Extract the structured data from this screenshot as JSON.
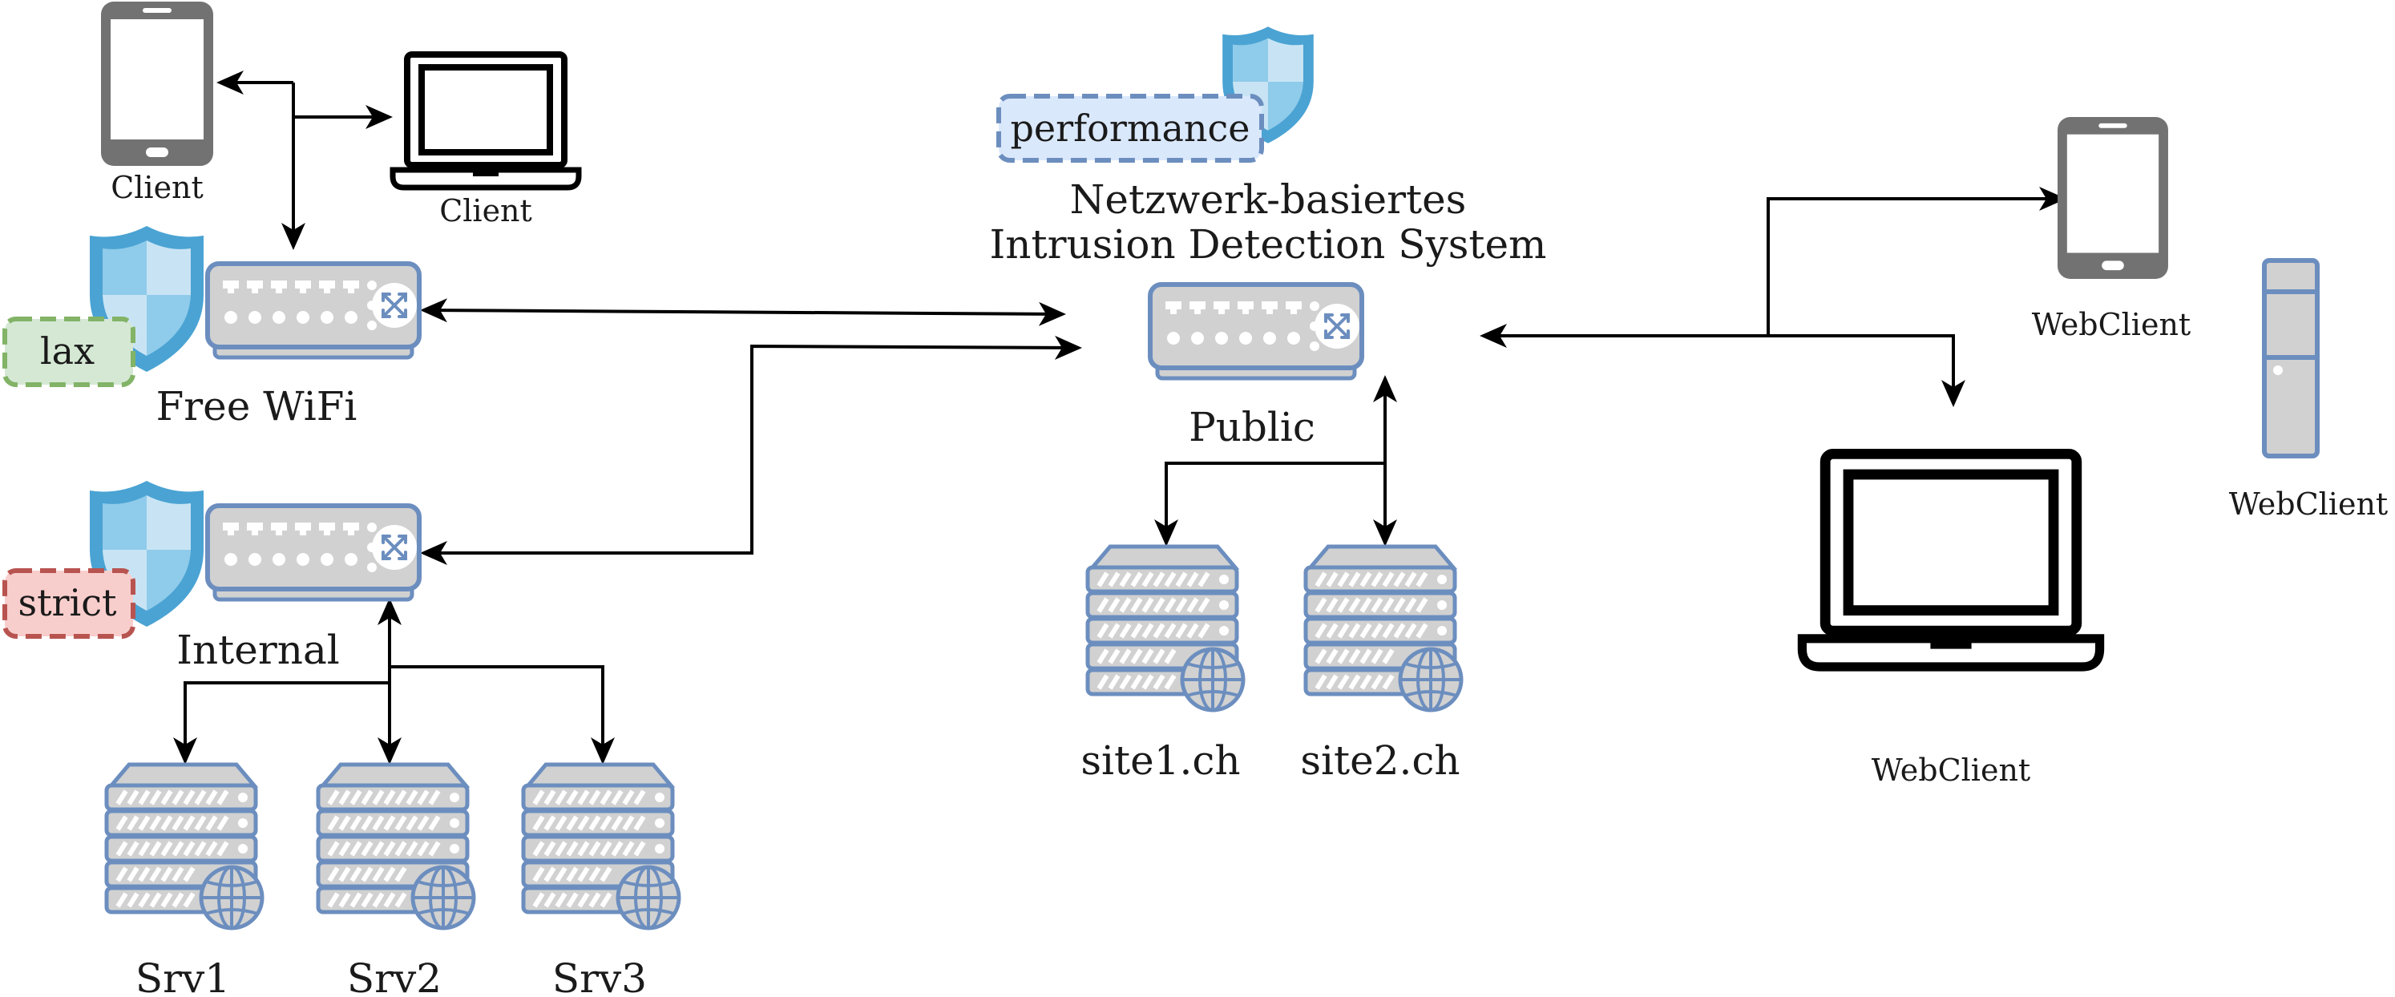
{
  "colors": {
    "router_fill": "#d1d1d1",
    "router_stroke": "#6c8ebf",
    "server_fill": "#d1d1d1",
    "server_stroke": "#6c8ebf",
    "shield_dark": "#4aa3d3",
    "shield_light": "#c8e4f4",
    "phone": "#727272",
    "tag_performance_fill": "#dae8fc",
    "tag_performance_stroke": "#6c8ebf",
    "tag_lax_fill": "#d5e8d4",
    "tag_lax_stroke": "#82b366",
    "tag_strict_fill": "#f8cecc",
    "tag_strict_stroke": "#b85450"
  },
  "nodes": {
    "client_phone": {
      "label": "Client",
      "icon": "smartphone-icon"
    },
    "client_laptop": {
      "label": "Client",
      "icon": "laptop-icon"
    },
    "free_wifi": {
      "label": "Free WiFi",
      "icon": "router-icon",
      "tag": "lax"
    },
    "internal": {
      "label": "Internal",
      "icon": "router-icon",
      "tag": "strict"
    },
    "ids": {
      "title_line1": "Netzwerk-basiertes",
      "title_line2": "Intrusion Detection System",
      "label": "Public",
      "tag": "performance",
      "icon": "router-icon"
    },
    "srv1": {
      "label": "Srv1",
      "icon": "web-server-icon"
    },
    "srv2": {
      "label": "Srv2",
      "icon": "web-server-icon"
    },
    "srv3": {
      "label": "Srv3",
      "icon": "web-server-icon"
    },
    "site1": {
      "label": "site1.ch",
      "icon": "web-server-icon"
    },
    "site2": {
      "label": "site2.ch",
      "icon": "web-server-icon"
    },
    "webclient_phone": {
      "label": "WebClient",
      "icon": "smartphone-icon"
    },
    "webclient_tower": {
      "label": "WebClient",
      "icon": "desktop-tower-icon"
    },
    "webclient_laptop": {
      "label": "WebClient",
      "icon": "laptop-icon"
    }
  }
}
